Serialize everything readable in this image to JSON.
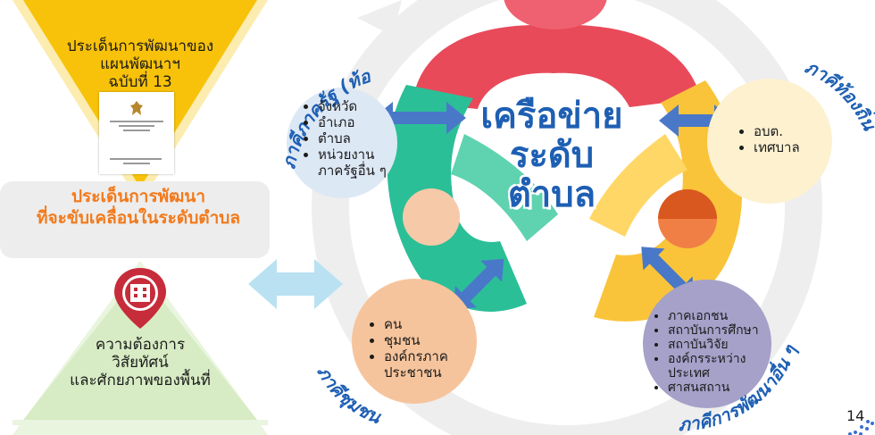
{
  "left_panel": {
    "top_triangle_text": [
      "ประเด็นการพัฒนาของ",
      "แผนพัฒนาฯ",
      "ฉบับที่ 13"
    ],
    "middle_box_text": [
      "ประเด็นการพัฒนา",
      "ที่จะขับเคลื่อนในระดับตำบล"
    ],
    "bottom_triangle_text": [
      "ความต้องการ",
      "วิสัยทัศน์",
      "และศักยภาพของพื้นที่"
    ]
  },
  "center_title": [
    "เครือข่าย",
    "ระดับ",
    "ตำบล"
  ],
  "sectors": {
    "government": {
      "label": "ภาคีภาครัฐ (ท้องที่)",
      "items": [
        "จังหวัด",
        "อำเภอ",
        "ตำบล",
        "หน่วยงาน ภาครัฐอื่น ๆ"
      ]
    },
    "local": {
      "label": "ภาคีท้องถิ่น",
      "items": [
        "อบต.",
        "เทศบาล"
      ]
    },
    "community": {
      "label": "ภาคีชุมชน",
      "items": [
        "คน",
        "ชุมชน",
        "องค์กรภาค ประชาชน"
      ]
    },
    "development": {
      "label": "ภาคีการพัฒนาอื่น ๆ",
      "items": [
        "ภาคเอกชน",
        "สถาบันการศึกษา",
        "สถาบันวิจัย",
        "องค์กรระหว่าง ประเทศ",
        "ศาสนสถาน"
      ]
    }
  },
  "colors": {
    "red": "#e84a5a",
    "green": "#2bbf97",
    "yellow": "#f9c43a",
    "orange": "#f07f46",
    "gold": "#f8c20a",
    "blue_arrow": "#4a78c9",
    "light_blue_arrow": "#b9e1f2",
    "circle_blue": "#dde8f5",
    "circle_yellow": "#fdf1d0",
    "circle_orange": "#f6c49c",
    "circle_purple": "#a5a1c9",
    "title_blue": "#1e5fb3",
    "label_blue": "#1e5fb3"
  },
  "page_number": "14"
}
